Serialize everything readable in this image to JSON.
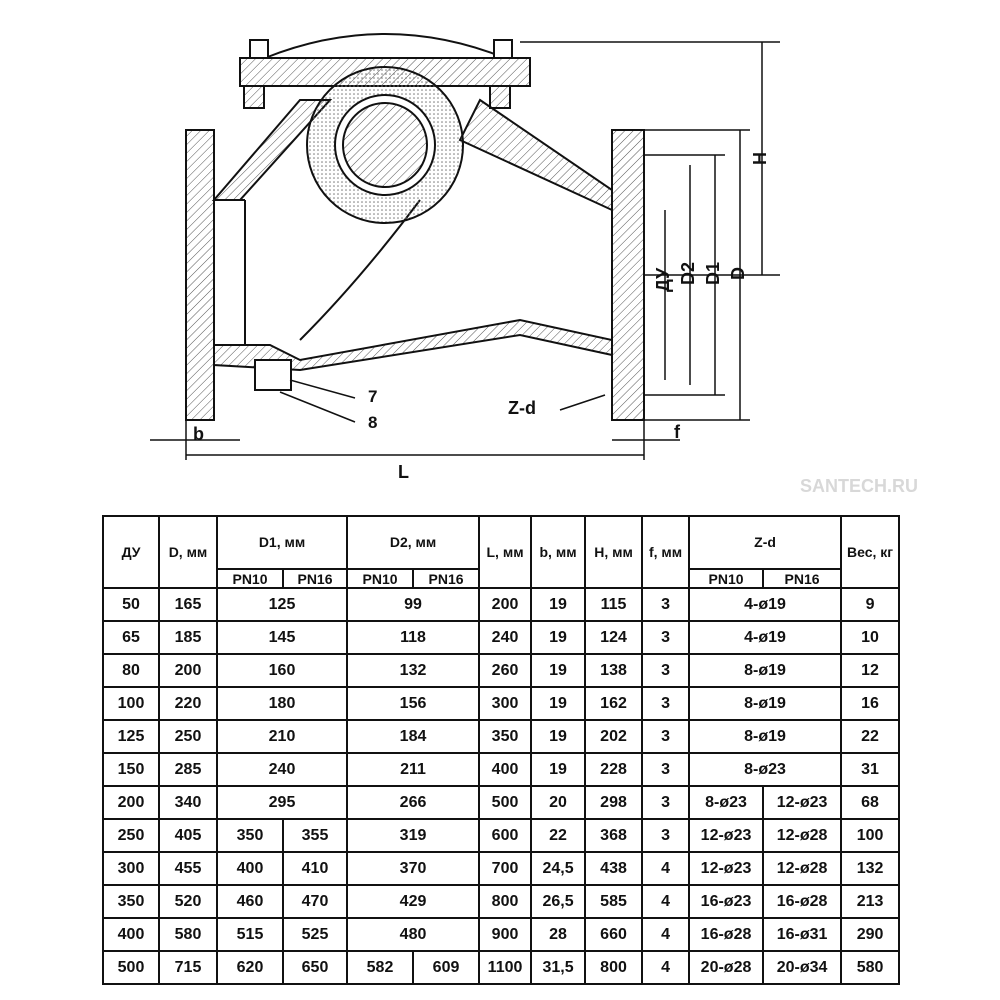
{
  "drawing": {
    "labels": {
      "H": "H",
      "D": "D",
      "D1": "D1",
      "D2": "D2",
      "DN": "ДУ",
      "Zd": "Z-d",
      "part7": "7",
      "part8": "8",
      "b": "b",
      "L": "L",
      "f": "f"
    },
    "watermark": "SANTECH.RU"
  },
  "table": {
    "headers": {
      "dn": "ДУ",
      "d": "D, мм",
      "d1": "D1, мм",
      "d2": "D2, мм",
      "l": "L, мм",
      "b": "b, мм",
      "h": "H, мм",
      "f": "f, мм",
      "zd": "Z-d",
      "weight": "Вес, кг",
      "pn10": "PN10",
      "pn16": "PN16"
    },
    "rows": [
      [
        [
          "50",
          1
        ],
        [
          "165",
          1
        ],
        [
          "125",
          2
        ],
        [
          "99",
          2
        ],
        [
          "200",
          1
        ],
        [
          "19",
          1
        ],
        [
          "115",
          1
        ],
        [
          "3",
          1
        ],
        [
          "4-ø19",
          2
        ],
        [
          "9",
          1
        ]
      ],
      [
        [
          "65",
          1
        ],
        [
          "185",
          1
        ],
        [
          "145",
          2
        ],
        [
          "118",
          2
        ],
        [
          "240",
          1
        ],
        [
          "19",
          1
        ],
        [
          "124",
          1
        ],
        [
          "3",
          1
        ],
        [
          "4-ø19",
          2
        ],
        [
          "10",
          1
        ]
      ],
      [
        [
          "80",
          1
        ],
        [
          "200",
          1
        ],
        [
          "160",
          2
        ],
        [
          "132",
          2
        ],
        [
          "260",
          1
        ],
        [
          "19",
          1
        ],
        [
          "138",
          1
        ],
        [
          "3",
          1
        ],
        [
          "8-ø19",
          2
        ],
        [
          "12",
          1
        ]
      ],
      [
        [
          "100",
          1
        ],
        [
          "220",
          1
        ],
        [
          "180",
          2
        ],
        [
          "156",
          2
        ],
        [
          "300",
          1
        ],
        [
          "19",
          1
        ],
        [
          "162",
          1
        ],
        [
          "3",
          1
        ],
        [
          "8-ø19",
          2
        ],
        [
          "16",
          1
        ]
      ],
      [
        [
          "125",
          1
        ],
        [
          "250",
          1
        ],
        [
          "210",
          2
        ],
        [
          "184",
          2
        ],
        [
          "350",
          1
        ],
        [
          "19",
          1
        ],
        [
          "202",
          1
        ],
        [
          "3",
          1
        ],
        [
          "8-ø19",
          2
        ],
        [
          "22",
          1
        ]
      ],
      [
        [
          "150",
          1
        ],
        [
          "285",
          1
        ],
        [
          "240",
          2
        ],
        [
          "211",
          2
        ],
        [
          "400",
          1
        ],
        [
          "19",
          1
        ],
        [
          "228",
          1
        ],
        [
          "3",
          1
        ],
        [
          "8-ø23",
          2
        ],
        [
          "31",
          1
        ]
      ],
      [
        [
          "200",
          1
        ],
        [
          "340",
          1
        ],
        [
          "295",
          2
        ],
        [
          "266",
          2
        ],
        [
          "500",
          1
        ],
        [
          "20",
          1
        ],
        [
          "298",
          1
        ],
        [
          "3",
          1
        ],
        [
          "8-ø23",
          1
        ],
        [
          "12-ø23",
          1
        ],
        [
          "68",
          1
        ]
      ],
      [
        [
          "250",
          1
        ],
        [
          "405",
          1
        ],
        [
          "350",
          1
        ],
        [
          "355",
          1
        ],
        [
          "319",
          2
        ],
        [
          "600",
          1
        ],
        [
          "22",
          1
        ],
        [
          "368",
          1
        ],
        [
          "3",
          1
        ],
        [
          "12-ø23",
          1
        ],
        [
          "12-ø28",
          1
        ],
        [
          "100",
          1
        ]
      ],
      [
        [
          "300",
          1
        ],
        [
          "455",
          1
        ],
        [
          "400",
          1
        ],
        [
          "410",
          1
        ],
        [
          "370",
          2
        ],
        [
          "700",
          1
        ],
        [
          "24,5",
          1
        ],
        [
          "438",
          1
        ],
        [
          "4",
          1
        ],
        [
          "12-ø23",
          1
        ],
        [
          "12-ø28",
          1
        ],
        [
          "132",
          1
        ]
      ],
      [
        [
          "350",
          1
        ],
        [
          "520",
          1
        ],
        [
          "460",
          1
        ],
        [
          "470",
          1
        ],
        [
          "429",
          2
        ],
        [
          "800",
          1
        ],
        [
          "26,5",
          1
        ],
        [
          "585",
          1
        ],
        [
          "4",
          1
        ],
        [
          "16-ø23",
          1
        ],
        [
          "16-ø28",
          1
        ],
        [
          "213",
          1
        ]
      ],
      [
        [
          "400",
          1
        ],
        [
          "580",
          1
        ],
        [
          "515",
          1
        ],
        [
          "525",
          1
        ],
        [
          "480",
          2
        ],
        [
          "900",
          1
        ],
        [
          "28",
          1
        ],
        [
          "660",
          1
        ],
        [
          "4",
          1
        ],
        [
          "16-ø28",
          1
        ],
        [
          "16-ø31",
          1
        ],
        [
          "290",
          1
        ]
      ],
      [
        [
          "500",
          1
        ],
        [
          "715",
          1
        ],
        [
          "620",
          1
        ],
        [
          "650",
          1
        ],
        [
          "582",
          1
        ],
        [
          "609",
          1
        ],
        [
          "1100",
          1
        ],
        [
          "31,5",
          1
        ],
        [
          "800",
          1
        ],
        [
          "4",
          1
        ],
        [
          "20-ø28",
          1
        ],
        [
          "20-ø34",
          1
        ],
        [
          "580",
          1
        ]
      ]
    ]
  }
}
